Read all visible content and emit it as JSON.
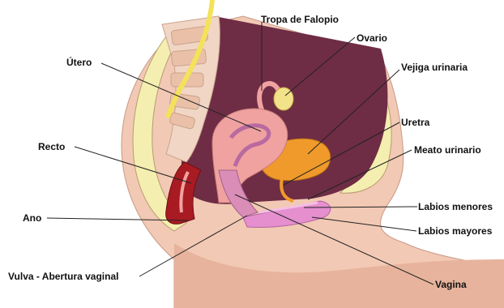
{
  "labels": {
    "trompa": "Tropa de Falopio",
    "ovario": "Ovario",
    "utero": "Útero",
    "vejiga": "Vejiga urinaria",
    "uretra": "Uretra",
    "recto": "Recto",
    "meato": "Meato urinario",
    "ano": "Ano",
    "labios_menores": "Labios menores",
    "labios_mayores": "Labios mayores",
    "vulva": "Vulva - Abertura vaginal",
    "vagina": "Vagina"
  },
  "colors": {
    "skin": "#f2c9b4",
    "skin_shadow": "#e7b39c",
    "pelvic_cavity": "#6e2d45",
    "bone": "#f4efb0",
    "vertebra": "#f1d6c5",
    "spinal_cord": "#f3e25a",
    "uterus": "#f0a2a0",
    "uterus_inner": "#b86aa0",
    "bladder": "#ef9a2a",
    "rectum_outer": "#a81b22",
    "labia": "#e58fcf",
    "leader_line": "#222222"
  }
}
